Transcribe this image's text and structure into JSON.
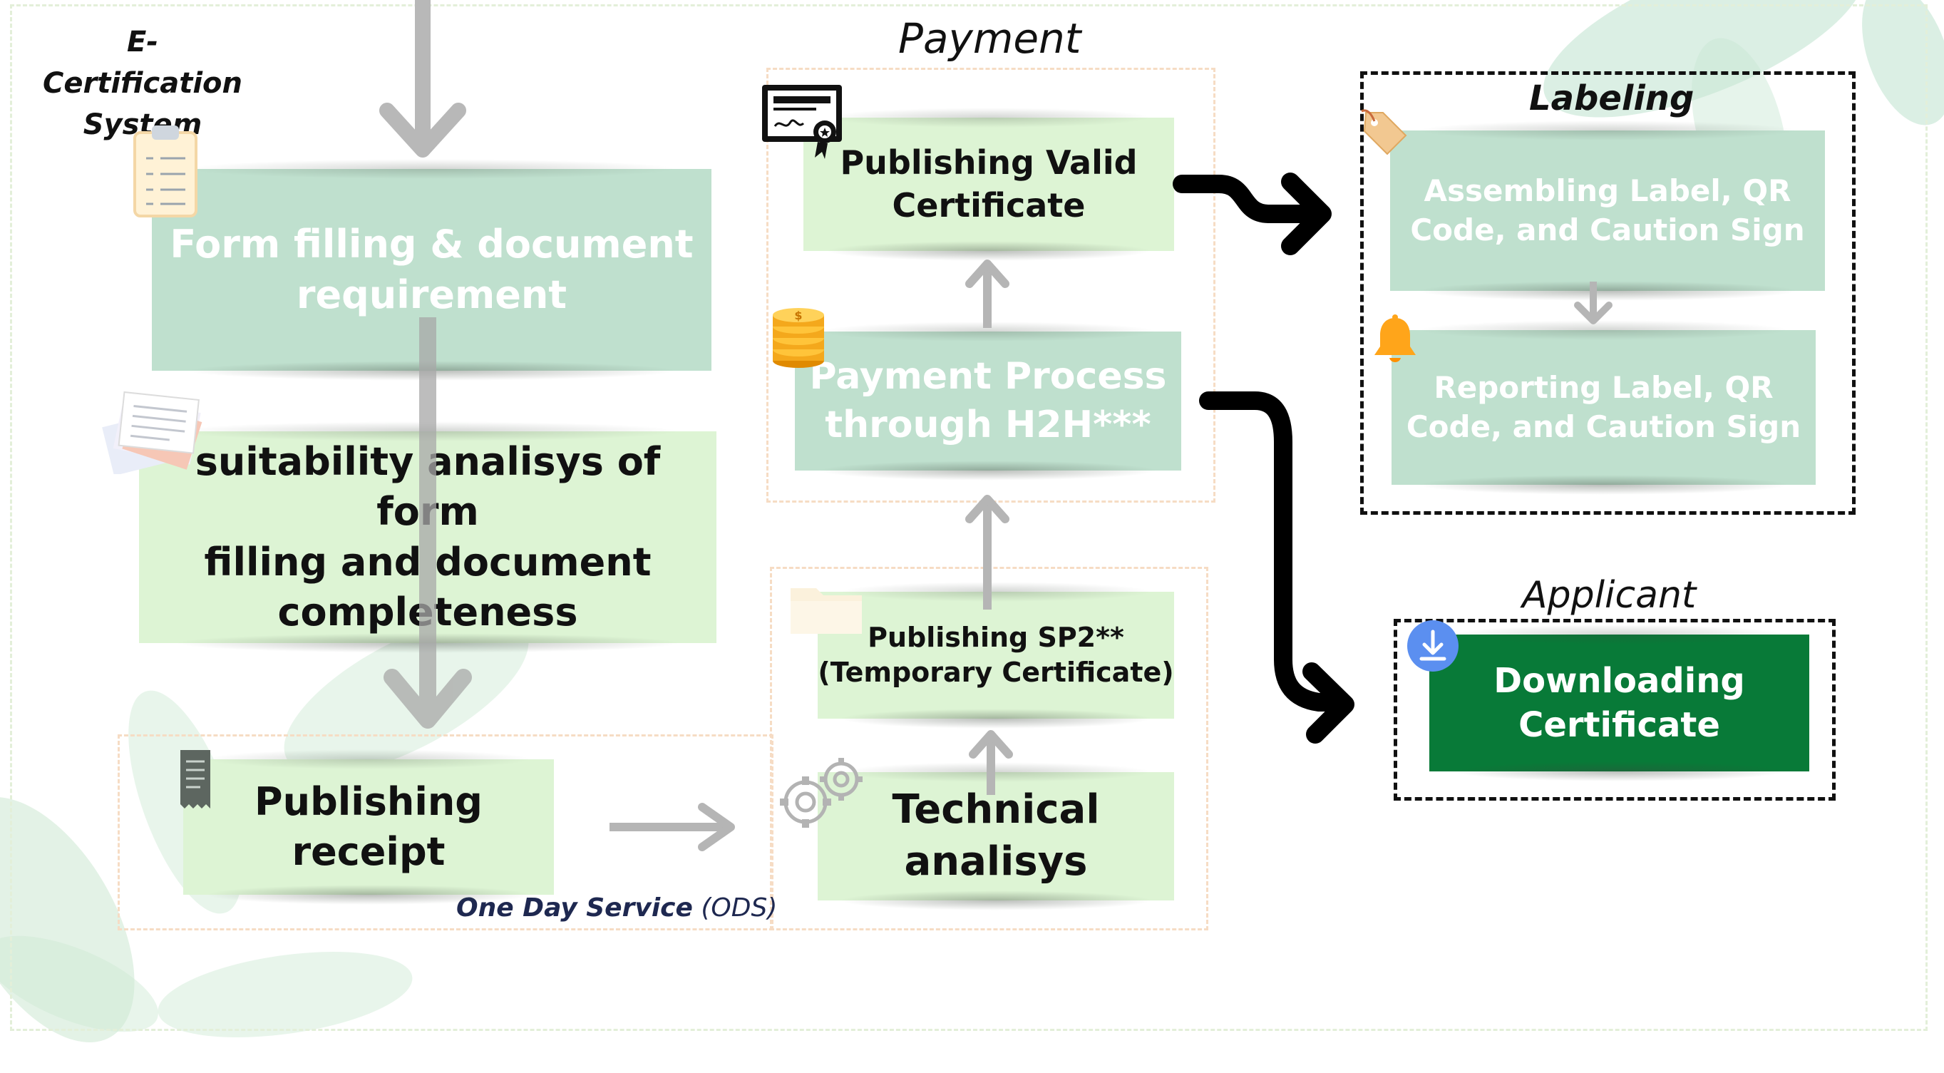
{
  "system_label": "E-Certification\nSystem",
  "section_labels": {
    "payment": "Payment",
    "labeling": "Labeling",
    "applicant": "Applicant",
    "ods_bold": "One Day Service",
    "ods_paren": "(ODS)"
  },
  "steps": {
    "form_filling": "Form filling & document\nrequirement",
    "suitability": "suitability analisys of form\nfilling and document\ncompleteness",
    "publishing_receipt": "Publishing\nreceipt",
    "technical_analysis": "Technical\nanalisys",
    "publishing_sp2": "Publishing SP2**\n(Temporary Certificate)",
    "payment_process": "Payment  Process\nthrough H2H***",
    "publishing_valid": "Publishing Valid\nCertificate",
    "assembling_label": "Assembling  Label,  QR\nCode, and Caution Sign",
    "reporting_label": "Reporting Label, QR\nCode, and Caution Sign",
    "downloading": "Downloading\nCertificate"
  },
  "icons": {
    "clipboard": "clipboard-icon",
    "documents": "documents-icon",
    "receipt": "receipt-icon",
    "gears": "gears-icon",
    "folder": "folder-icon",
    "coins": "coins-icon",
    "certificate": "certificate-icon",
    "tag": "tag-icon",
    "bell": "bell-icon",
    "download": "download-icon"
  },
  "colors": {
    "teal_box": "#bfe0ce",
    "lime_box": "#ddf4d4",
    "download_box": "#087a38",
    "connector_gray": "#b5b5b5",
    "connector_black": "#000000"
  }
}
